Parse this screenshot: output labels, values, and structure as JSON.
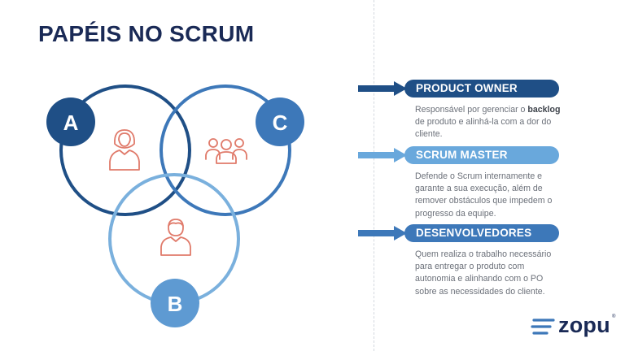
{
  "title": "PAPÉIS NO SCRUM",
  "colors": {
    "navy": "#1a2a56",
    "circle_a": "#1f4f86",
    "circle_c": "#3d78b9",
    "circle_b": "#7ab0dd",
    "badge_b": "#5e9ad2",
    "person_icon": "#e07a6a",
    "pill_1": "#1f4f86",
    "pill_2": "#69a8dc",
    "pill_3": "#3d78b9"
  },
  "diagram": {
    "badges": {
      "a": "A",
      "b": "B",
      "c": "C"
    },
    "icons": [
      "person-female-icon",
      "group-icon",
      "person-male-icon"
    ]
  },
  "roles": [
    {
      "name": "PRODUCT OWNER",
      "desc_pre": "Responsável por gerenciar o ",
      "desc_bold": "backlog",
      "desc_post": " de produto e alinhá-la com a dor do cliente."
    },
    {
      "name": "SCRUM MASTER",
      "desc": "Defende o Scrum internamente e garante a sua execução, além de remover obstáculos que impedem o progresso da equipe."
    },
    {
      "name": "DESENVOLVEDORES",
      "desc": "Quem realiza o trabalho necessário para entregar o produto com autonomia e alinhando com o PO sobre as necessidades do cliente."
    }
  ],
  "logo": {
    "text": "zopu",
    "mark": "®"
  }
}
